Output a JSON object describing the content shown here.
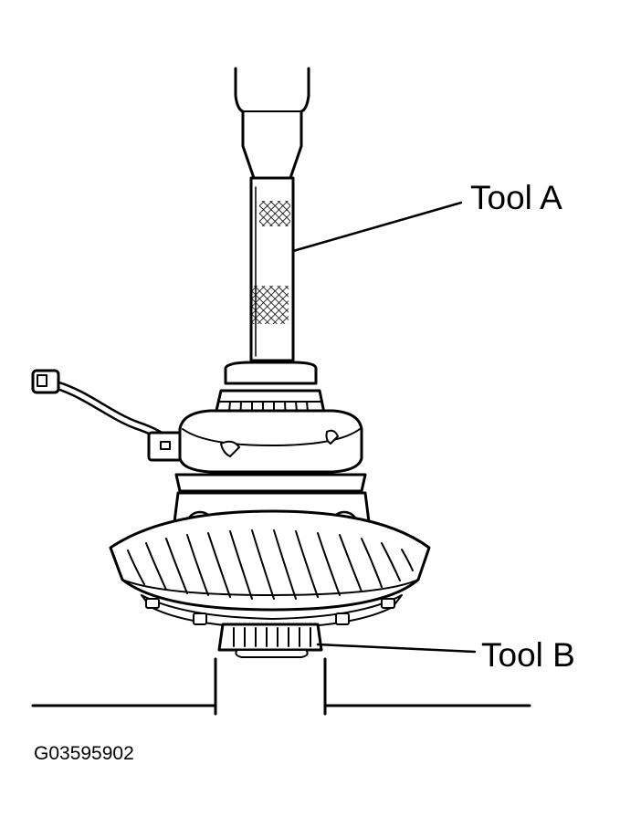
{
  "callouts": {
    "tool_a": "Tool A",
    "tool_b": "Tool B"
  },
  "figure_id": "G03595902",
  "colors": {
    "line": "#000000",
    "background": "#ffffff"
  }
}
